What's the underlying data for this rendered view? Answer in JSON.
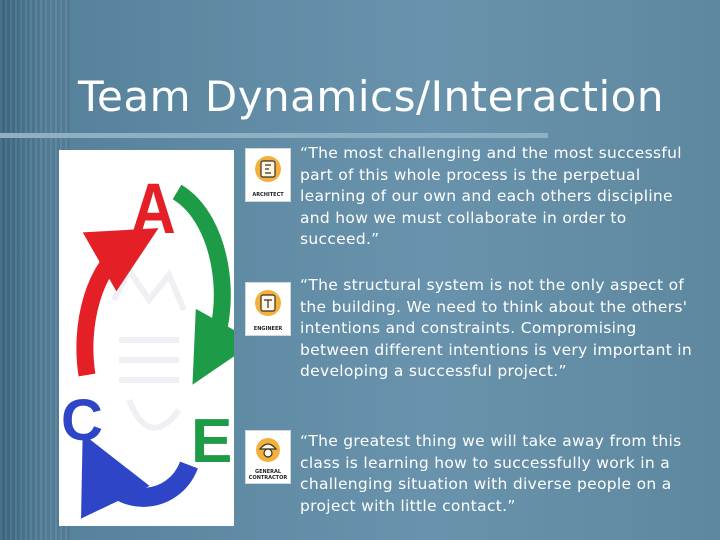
{
  "slide": {
    "title": "Team Dynamics/Interaction"
  },
  "diagram": {
    "letters": {
      "a": "A",
      "e": "E",
      "c": "C"
    },
    "colors": {
      "a": "#e41f26",
      "e": "#1e9b46",
      "c": "#2f45c8"
    }
  },
  "quotes": [
    {
      "role_label": "ARCHITECT",
      "icon": "architect-icon",
      "text": "“The most challenging and the most successful part of this whole process is the perpetual learning of our own and each others discipline and how we must collaborate in order to succeed.”"
    },
    {
      "role_label": "ENGINEER",
      "icon": "engineer-icon",
      "text": "“The structural system is not the only aspect of the building. We need to think about the others' intentions and constraints. Compromising between different intentions is very important in developing a successful project.”"
    },
    {
      "role_label": "GENERAL CONTRACTOR",
      "icon": "general-contractor-icon",
      "text": "“The greatest thing we will take away from this class is learning how to successfully work in a challenging situation with diverse people on a project with little contact.”"
    }
  ]
}
